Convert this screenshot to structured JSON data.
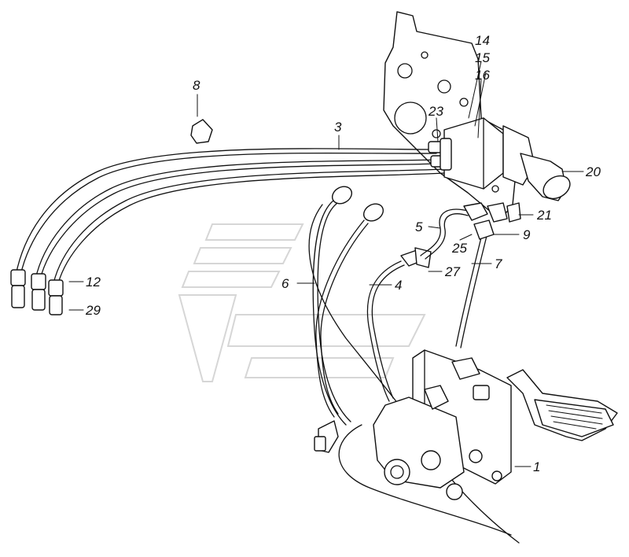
{
  "diagram": {
    "callouts": {
      "c1": "1",
      "c3": "3",
      "c4": "4",
      "c5": "5",
      "c6": "6",
      "c7": "7",
      "c8": "8",
      "c9": "9",
      "c12": "12",
      "c14": "14",
      "c15": "15",
      "c16": "16",
      "c20": "20",
      "c21": "21",
      "c23": "23",
      "c25": "25",
      "c27": "27",
      "c29": "29"
    }
  }
}
